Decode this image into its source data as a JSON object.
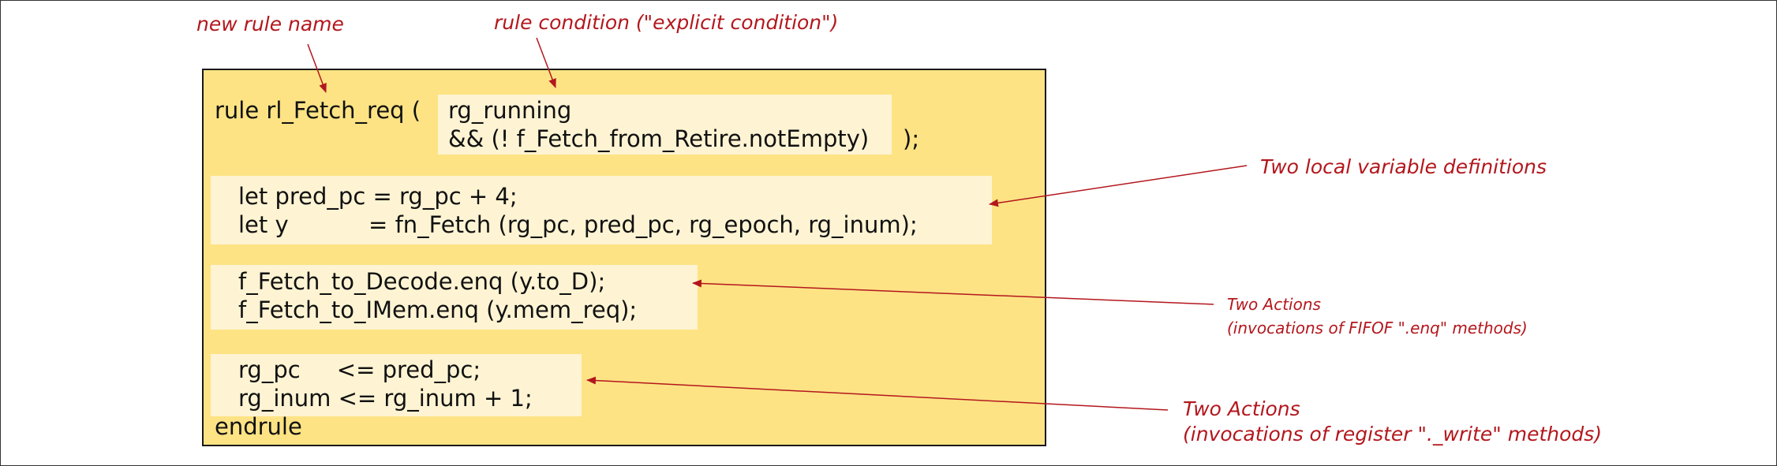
{
  "annotations": {
    "rule_name": "new rule name",
    "rule_condition": "rule condition (\"explicit condition\")",
    "local_vars": "Two local variable definitions",
    "fifo_actions_1": "Two Actions",
    "fifo_actions_2": "(invocations of FIFOF \".enq\" methods)",
    "reg_actions_1": "Two Actions",
    "reg_actions_2": "(invocations of register \"._write\" methods)"
  },
  "code": {
    "rule_head": "rule rl_Fetch_req (",
    "cond_line1": "rg_running",
    "cond_line2": "&& (! f_Fetch_from_Retire.notEmpty)",
    "close_paren": ");",
    "let_line1": "let pred_pc = rg_pc + 4;",
    "let_line2": "let y           = fn_Fetch (rg_pc, pred_pc, rg_epoch, rg_inum);",
    "enq_line1": "f_Fetch_to_Decode.enq (y.to_D);",
    "enq_line2": "f_Fetch_to_IMem.enq (y.mem_req);",
    "reg_line1": "rg_pc     <= pred_pc;",
    "reg_line2": "rg_inum <= rg_inum + 1;",
    "end": "endrule"
  },
  "colors": {
    "box_fill": "#fde384",
    "highlight_fill": "#fef4d3",
    "annotation": "#b3171d",
    "arrow": "#b3171d"
  }
}
